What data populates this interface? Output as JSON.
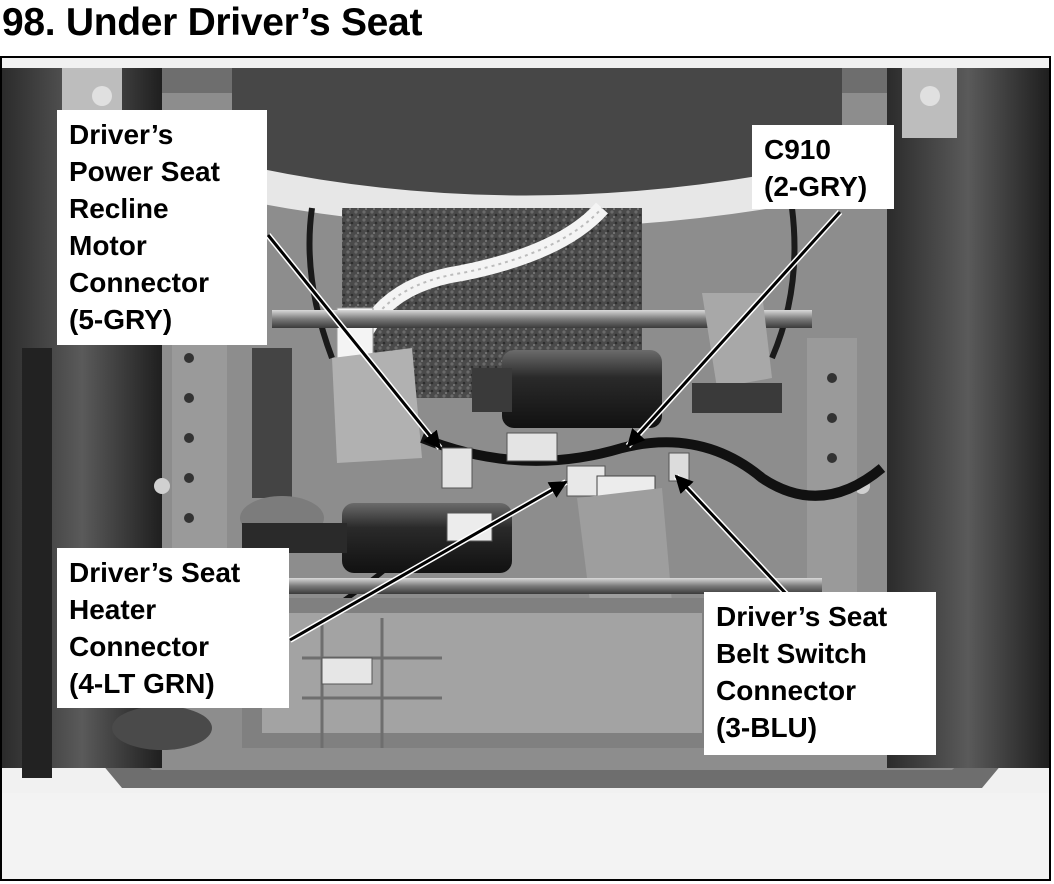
{
  "page": {
    "title": "98. Under Driver’s Seat"
  },
  "callouts": {
    "recline_motor": {
      "lines": [
        "Driver’s",
        "Power Seat",
        "Recline",
        "Motor",
        "Connector",
        "(5-GRY)"
      ]
    },
    "c910": {
      "lines": [
        "C910",
        "(2-GRY)"
      ]
    },
    "seat_heater": {
      "lines": [
        "Driver’s Seat",
        "Heater",
        "Connector",
        "(4-LT GRN)"
      ]
    },
    "belt_switch": {
      "lines": [
        "Driver’s Seat",
        "Belt Switch",
        "Connector",
        "(3-BLU)"
      ]
    }
  },
  "colors": {
    "frame": "#000000",
    "label_bg": "#ffffff",
    "photo_bg": "#f3f3f3"
  }
}
